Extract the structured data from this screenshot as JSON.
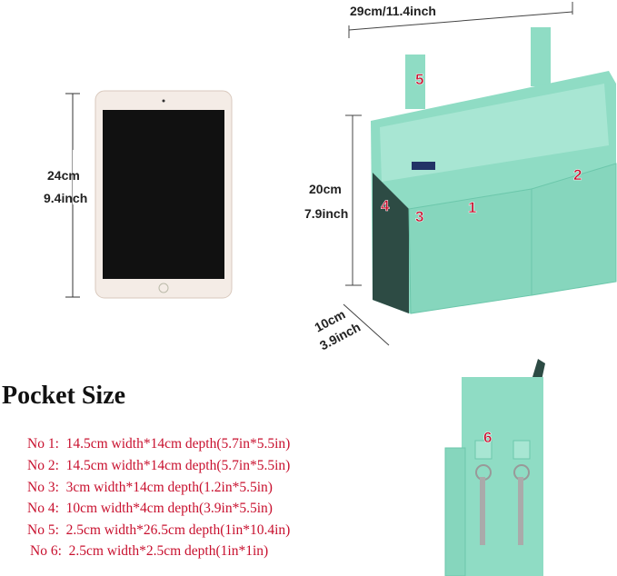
{
  "dimensions": {
    "tablet_height_cm": "24cm",
    "tablet_height_in": "9.4inch",
    "width": "29cm/11.4inch",
    "height_cm": "20cm",
    "height_in": "7.9inch",
    "depth_cm": "10cm",
    "depth_in": "3.9inch"
  },
  "pocket_labels": [
    "1",
    "2",
    "3",
    "4",
    "5",
    "6"
  ],
  "pocket_size": {
    "title": "Pocket Size",
    "items": [
      "No 1:  14.5cm width*14cm depth(5.7in*5.5in)",
      "No 2:  14.5cm width*14cm depth(5.7in*5.5in)",
      "No 3:  3cm width*14cm depth(1.2in*5.5in)",
      "No 4:  10cm width*4cm depth(3.9in*5.5in)",
      "No 5:  2.5cm width*26.5cm depth(1in*10.4in)",
      "No 6:  2.5cm width*2.5cm depth(1in*1in)"
    ]
  },
  "colors": {
    "fabric": "#8fdcc4",
    "fabric_dark": "#6cc7ab",
    "spec_text": "#c8102e",
    "tablet_frame": "#f2e9e1"
  }
}
